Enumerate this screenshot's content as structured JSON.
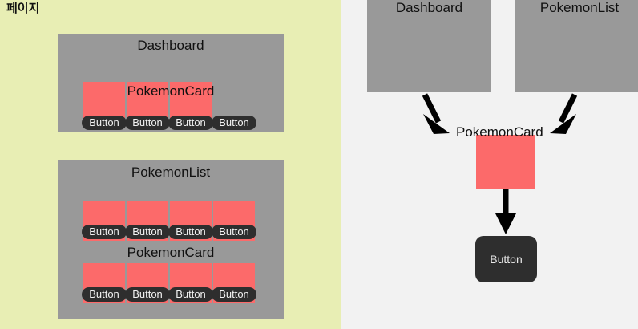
{
  "page": {
    "title": "페이지",
    "background_color": "#e8eeb4"
  },
  "colors": {
    "page_bg": "#e8eeb4",
    "diagram_bg": "#f2f2f2",
    "container_gray": "#999999",
    "card_red": "#fc6a6a",
    "button_dark": "#2e2e2e",
    "arrow_black": "#000000"
  },
  "mock": {
    "dashboard": {
      "label": "Dashboard",
      "child_label": "PokemonCard",
      "cards": [
        {
          "button_label": "Button",
          "has_card": true
        },
        {
          "button_label": "Button",
          "has_card": true
        },
        {
          "button_label": "Button",
          "has_card": true
        },
        {
          "button_label": "Button",
          "has_card": false
        }
      ]
    },
    "pokemon_list": {
      "label": "PokemonList",
      "child_label": "PokemonCard",
      "row1": [
        {
          "button_label": "Button"
        },
        {
          "button_label": "Button"
        },
        {
          "button_label": "Button"
        },
        {
          "button_label": "Button"
        }
      ],
      "row2": [
        {
          "button_label": "Button"
        },
        {
          "button_label": "Button"
        },
        {
          "button_label": "Button"
        },
        {
          "button_label": "Button"
        }
      ]
    }
  },
  "diagram": {
    "nodes": {
      "dashboard": {
        "label": "Dashboard",
        "type": "container"
      },
      "pokemon_list": {
        "label": "PokemonList",
        "type": "container"
      },
      "pokemon_card": {
        "label": "PokemonCard",
        "type": "card"
      },
      "button": {
        "label": "Button",
        "type": "button"
      }
    },
    "edges": [
      {
        "from": "Dashboard",
        "to": "PokemonCard"
      },
      {
        "from": "PokemonList",
        "to": "PokemonCard"
      },
      {
        "from": "PokemonCard",
        "to": "Button"
      }
    ]
  }
}
